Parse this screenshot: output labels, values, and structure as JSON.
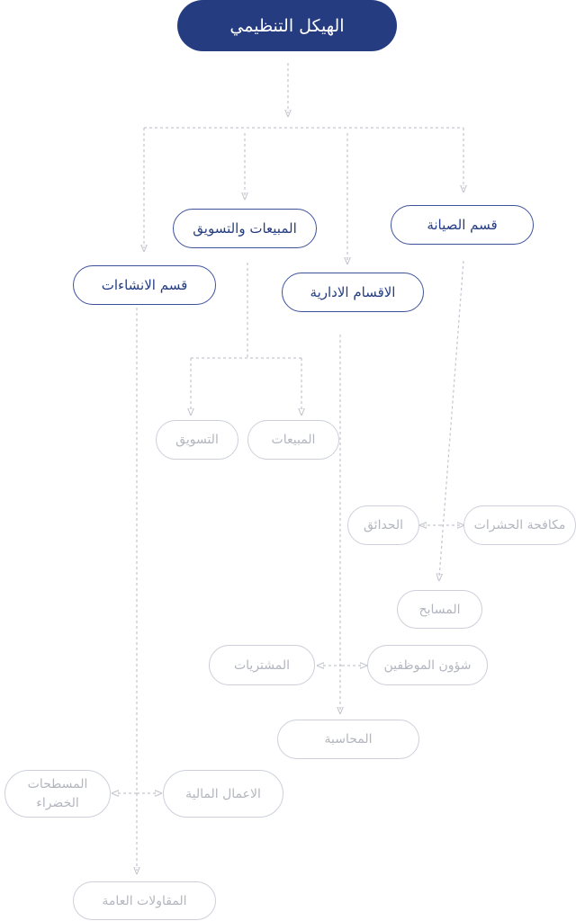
{
  "root": {
    "label": "الهيكل التنظيمي"
  },
  "departments": {
    "maintenance": "قسم الصيانة",
    "sales_marketing": "المبيعات والتسويق",
    "administrative": "الاقسام الادارية",
    "construction": "قسم الانشاءات"
  },
  "units": {
    "marketing": "التسويق",
    "sales": "المبيعات",
    "gardens": "الحدائق",
    "pest_control": "مكافحة الحشرات",
    "pools": "المسابح",
    "hr": "شؤون الموظفين",
    "purchasing": "المشتريات",
    "accounting": "المحاسبة",
    "finance_works": "الاعمال المالية",
    "green_areas": "المسطحات الخضراء",
    "general_contracting": "المقاولات العامة"
  },
  "colors": {
    "primary": "#253d80",
    "muted": "#b3b6bf",
    "line": "#c3c6ce"
  }
}
